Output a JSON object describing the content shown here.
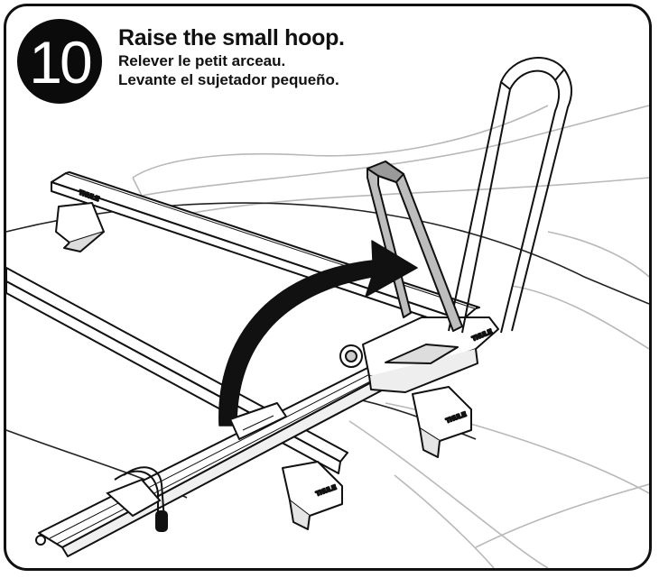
{
  "step": {
    "number": "10"
  },
  "heading": {
    "en": "Raise the small hoop.",
    "fr": "Relever le petit arceau.",
    "es": "Levante el sujetador pequeño."
  },
  "colors": {
    "ink": "#111111",
    "hoop_gray": "#b9b9b9",
    "badge": "#0b0b0b"
  }
}
